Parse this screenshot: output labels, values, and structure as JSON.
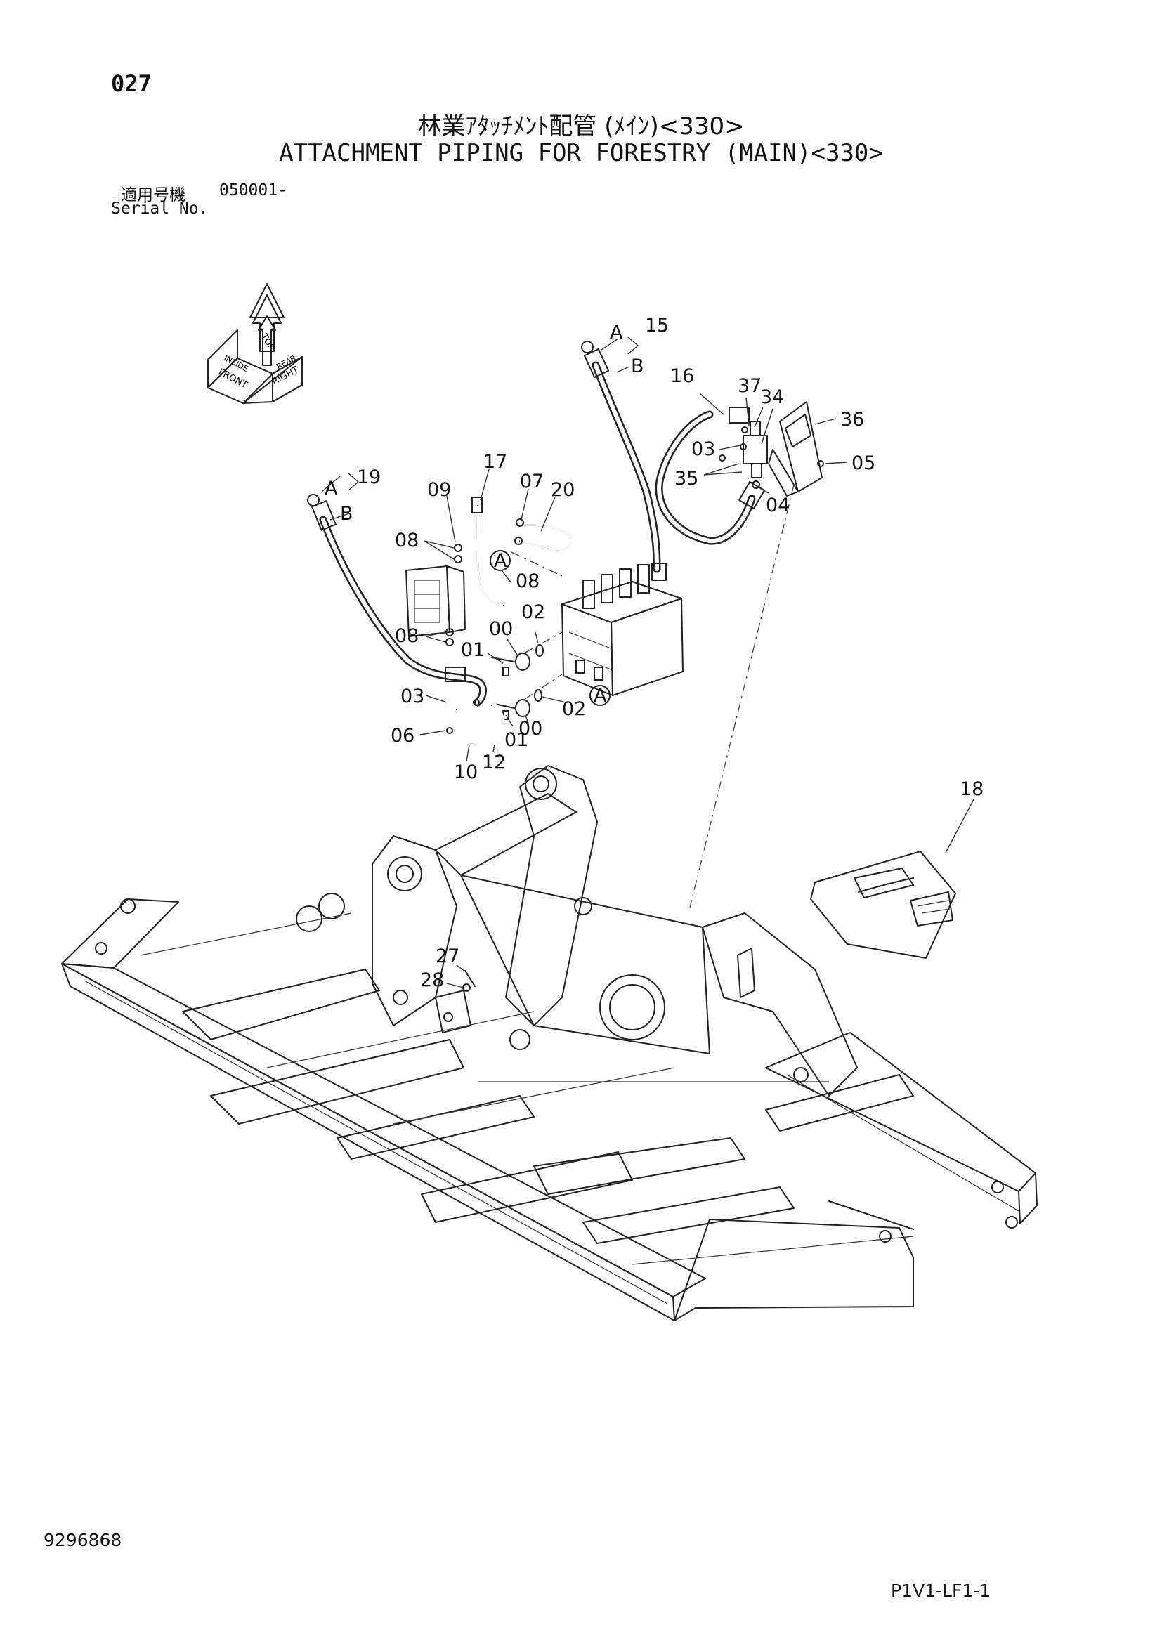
{
  "header": {
    "page_number": "027",
    "title_jp": "林業ｱﾀｯﾁﾒﾝﾄ配管 (ﾒｲﾝ)<330>",
    "title_en": "ATTACHMENT PIPING FOR FORESTRY (MAIN)<330>",
    "serial_label_jp": "適用号機",
    "serial_value": "050001-",
    "serial_label_en": "Serial No."
  },
  "orientation": {
    "top": "TOP",
    "front": "FRONT",
    "right": "RIGHT",
    "inside": "INSIDE",
    "rear": "REAR"
  },
  "footer": {
    "doc_number": "9296868",
    "sheet_code": "P1V1-LF1-1"
  },
  "labels": {
    "l15": "15",
    "l15a": "A",
    "l15b": "B",
    "l16": "16",
    "l37": "37",
    "l34": "34",
    "l36": "36",
    "l03a": "03",
    "l35": "35",
    "l05": "05",
    "l04": "04",
    "l19": "19",
    "l19a": "A",
    "l19b": "B",
    "l17": "17",
    "l07": "07",
    "l20": "20",
    "l09": "09",
    "l08a": "08",
    "l08b": "08",
    "l08c": "08",
    "refA1": "A",
    "refA2": "A",
    "l00a": "00",
    "l02a": "02",
    "l01a": "01",
    "l03b": "03",
    "l06": "06",
    "l10": "10",
    "l12": "12",
    "l01b": "01",
    "l00b": "00",
    "l02b": "02",
    "l18": "18",
    "l27": "27",
    "l28": "28"
  }
}
